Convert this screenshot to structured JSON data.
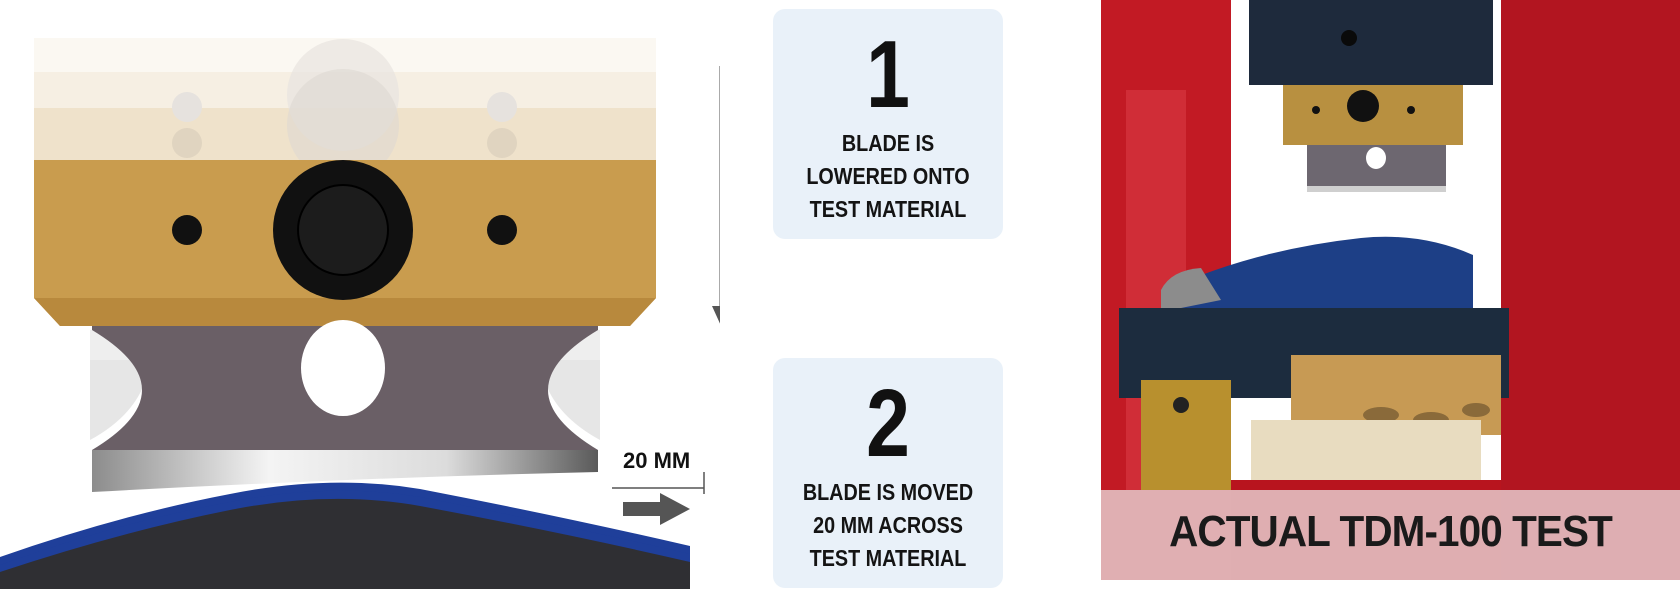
{
  "steps": [
    {
      "number": "1",
      "text": "BLADE IS\nLOWERED ONTO\nTEST MATERIAL"
    },
    {
      "number": "2",
      "text": "BLADE IS MOVED\n20 MM ACROSS\nTEST MATERIAL"
    }
  ],
  "diagram": {
    "distance_label": "20 MM"
  },
  "photo": {
    "caption": "ACTUAL TDM-100 TEST"
  },
  "colors": {
    "holder_gold": "#c99c4e",
    "blade_gray": "#6a5f66",
    "material_blue": "#1f3f9a",
    "material_dark": "#2f2f33",
    "card_bg": "#e9f1f9",
    "arrow_gray": "#555555",
    "photo_red": "#b8141e"
  }
}
